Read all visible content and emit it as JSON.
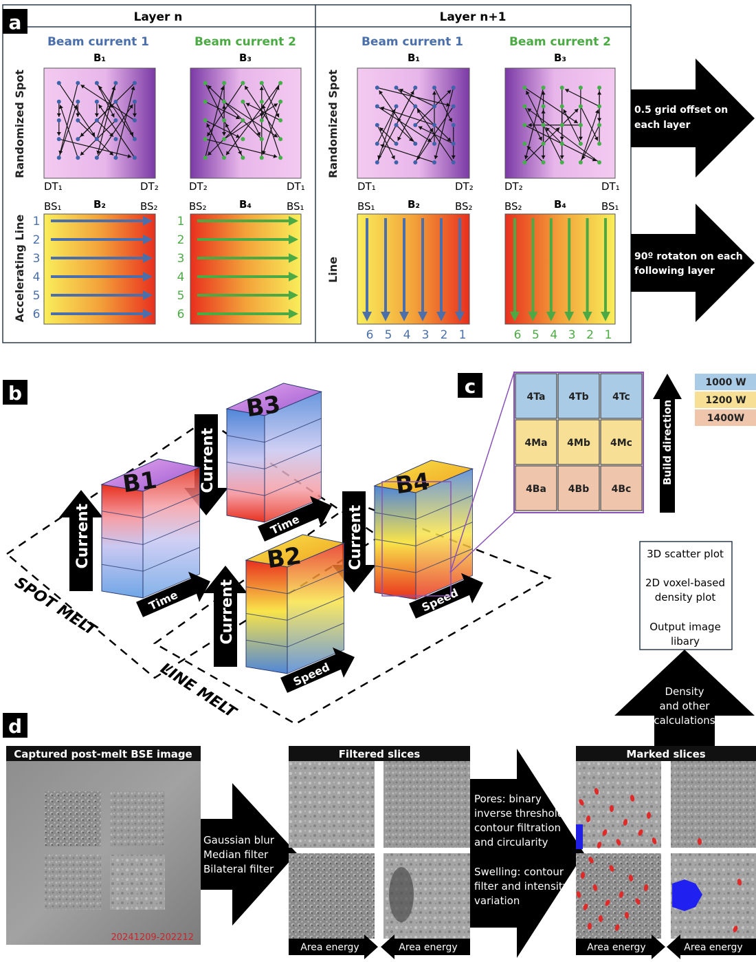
{
  "panel_a": {
    "letter": "a",
    "layer_n": "Layer n",
    "layer_n1": "Layer n+1",
    "beam1": "Beam current 1",
    "beam2": "Beam current 2",
    "row_spot": "Randomized Spot",
    "row_line_n": "Accelerating Line",
    "row_line_n1": "Line",
    "b1": "B₁",
    "b2": "B₂",
    "b3": "B₃",
    "b4": "B₄",
    "dt1": "DT₁",
    "dt2": "DT₂",
    "bs1": "BS₁",
    "bs2": "BS₂",
    "arrow1_text": [
      "0.5 grid offset on",
      "each layer"
    ],
    "arrow2_text": [
      "90º rotaton on each",
      "following layer"
    ],
    "nums_asc": [
      "1",
      "2",
      "3",
      "4",
      "5",
      "6"
    ],
    "nums_desc": [
      "6",
      "5",
      "4",
      "3",
      "2",
      "1"
    ]
  },
  "panel_b": {
    "letter": "b",
    "current": "Current",
    "time": "Time",
    "speed": "Speed",
    "spot_melt": "SPOT MELT",
    "line_melt": "LINE MELT",
    "cubes": [
      "B1",
      "B2",
      "B3",
      "B4"
    ]
  },
  "panel_c": {
    "letter": "c",
    "grid": [
      [
        "4Ta",
        "4Tb",
        "4Tc"
      ],
      [
        "4Ma",
        "4Mb",
        "4Mc"
      ],
      [
        "4Ba",
        "4Bb",
        "4Bc"
      ]
    ],
    "build_direction": "Build direction",
    "legend": [
      {
        "label": "1000 W",
        "color": "#a9cbe6"
      },
      {
        "label": "1200 W",
        "color": "#f7df95"
      },
      {
        "label": "1400W",
        "color": "#efc5ac"
      }
    ]
  },
  "panel_d": {
    "letter": "d",
    "captured": "Captured post-melt BSE image",
    "stamp": "20241209-202212",
    "filters": [
      "Gaussian blur",
      "Median filter",
      "Bilateral filter"
    ],
    "filtered": "Filtered slices",
    "pores": [
      "Pores: binary",
      "inverse threshold,",
      "contour filtration",
      "and circularity"
    ],
    "swelling": [
      "Swelling: contour",
      "filter and intensity",
      "variation"
    ],
    "marked": "Marked slices",
    "area_energy": "Area energy",
    "density": [
      "Density",
      "and other",
      "calculations"
    ],
    "outputs": [
      "3D scatter plot",
      "2D voxel-based",
      "density plot",
      "Output image",
      "libary"
    ]
  },
  "colors": {
    "blue": "#4a6faa",
    "green": "#4caa44",
    "pink": "#f0c4ee",
    "purple": "#7a3aa5",
    "red": "#e8301e",
    "yellow": "#f9ec54",
    "dot_blue": "#3f63a8",
    "dot_green": "#45b049"
  }
}
